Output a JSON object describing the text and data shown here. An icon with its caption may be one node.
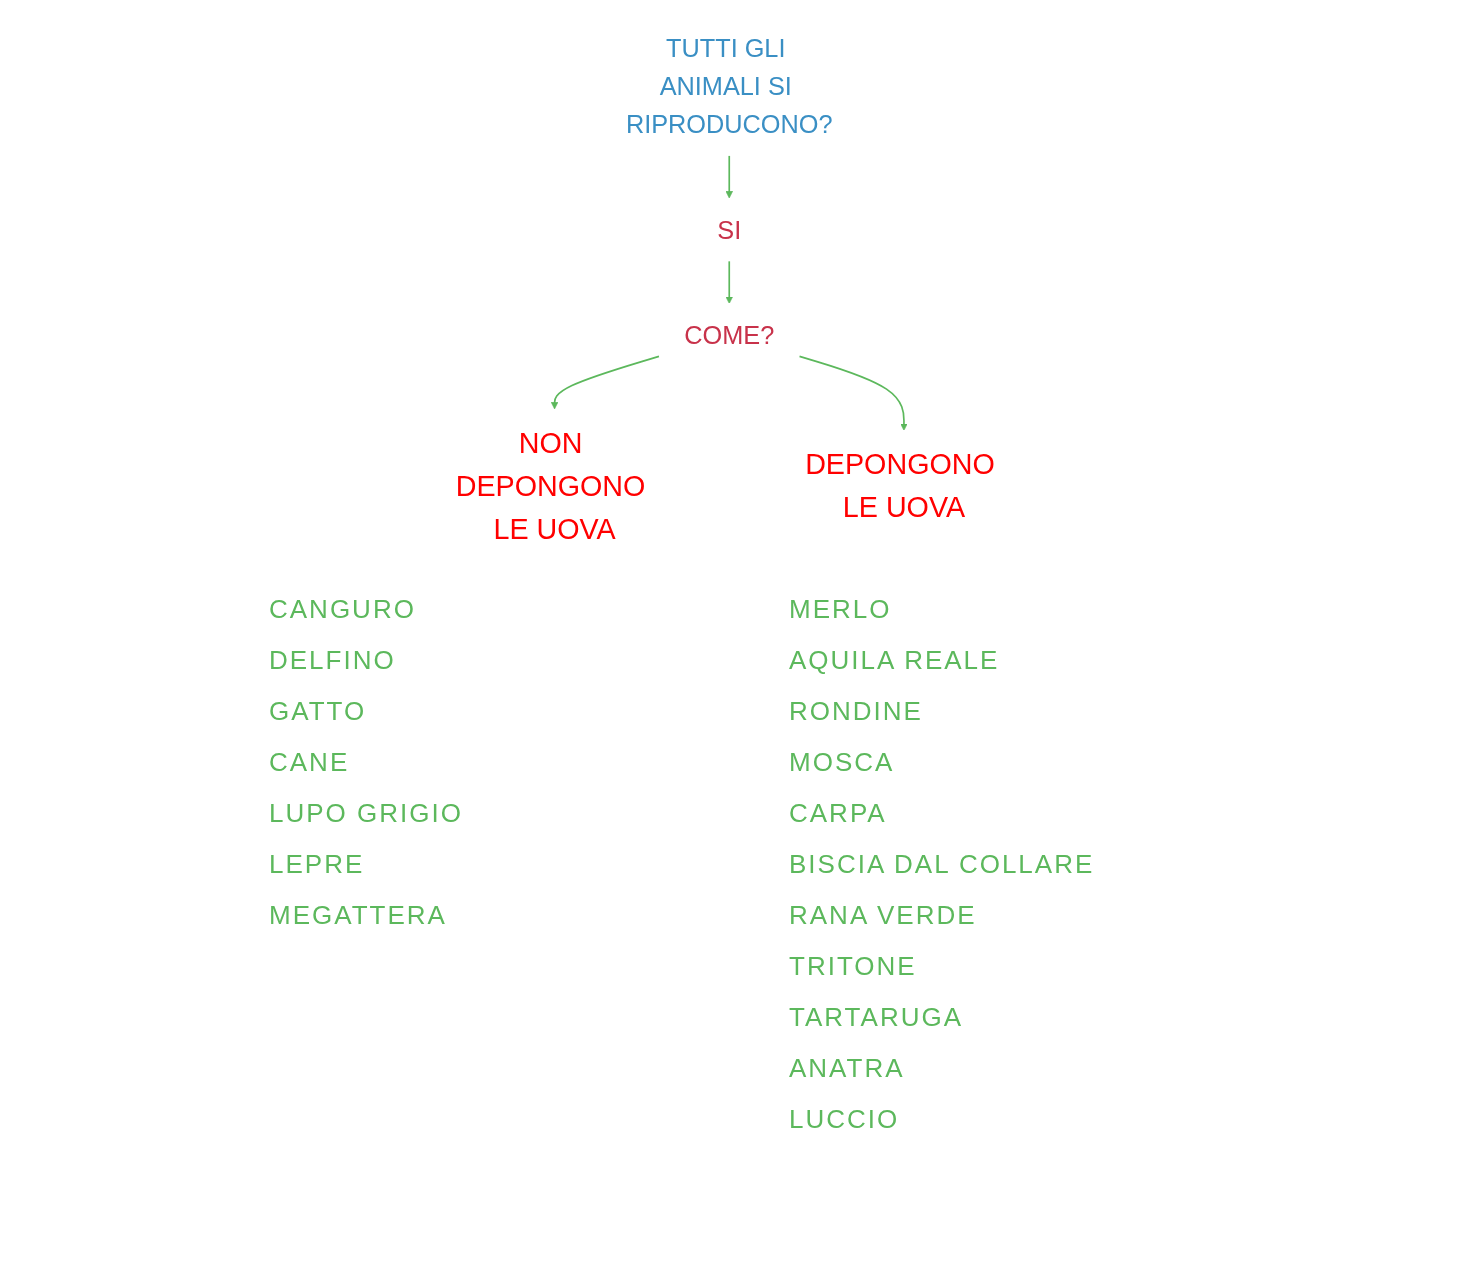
{
  "diagram": {
    "nodes": [
      {
        "text": [
          "TUTTI GLI ANIMALI SI RIPRODUCONO?"
        ]
      },
      {
        "text": [
          "SI"
        ]
      },
      {
        "text": [
          "COME?"
        ]
      },
      {
        "text": [
          "NON DEPONGONO LE UOVA"
        ],
        "beside": [
          "CANGURO",
          "DELFINO",
          "GATTO",
          "CANE",
          "LUPO GRIGIO",
          "LEPRE",
          "MEGATTERA"
        ]
      },
      {
        "text": [
          "DEPONGONO LE UOVA"
        ],
        "beside": [
          "MERLO",
          "AQUILA REALE",
          "RONDINE",
          "MOSCA",
          "CARPA",
          "BISCIA DAL COLLARE",
          "RANA VERDE",
          "TRITONE",
          "TARTARUGA",
          "ANATRA",
          "LUCCIO"
        ]
      }
    ],
    "edges": [
      {
        "from": 0,
        "to": 1,
        "arrow": "to"
      },
      {
        "from": 1,
        "to": 2,
        "arrow": "to"
      },
      {
        "from": 2,
        "to": 3,
        "arrow": "to"
      },
      {
        "from": 2,
        "to": 4,
        "arrow": "to"
      }
    ]
  }
}
